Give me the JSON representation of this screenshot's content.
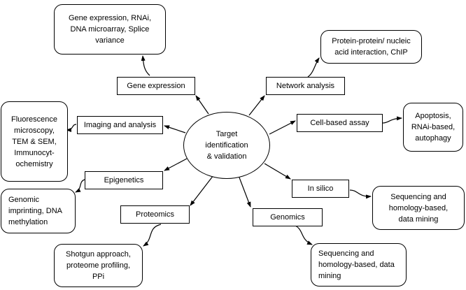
{
  "diagram": {
    "center": {
      "label": "Target\nidentification\n& validation"
    },
    "categories": {
      "gene_expression": "Gene expression",
      "network_analysis": "Network analysis",
      "imaging": "Imaging and analysis",
      "cell_based": "Cell-based assay",
      "epigenetics": "Epigenetics",
      "in_silico": "In silico",
      "proteomics": "Proteomics",
      "genomics": "Genomics"
    },
    "details": {
      "gene_expression": "Gene expression, RNAi,\nDNA microarray, Splice\nvariance",
      "network_analysis": "Protein-protein/ nucleic\nacid interaction, ChIP",
      "imaging": "Fluorescence\nmicroscopy,\nTEM & SEM,\nImmunocyt-\nochemistry",
      "cell_based": "Apoptosis,\nRNAi-based,\nautophagy",
      "epigenetics": "Genomic\nimprinting, DNA\nmethylation",
      "in_silico": "Sequencing and\nhomology-based,\ndata mining",
      "proteomics": "Shotgun approach,\nproteome profiling,\nPPi",
      "genomics": "Sequencing and\nhomology-based, data\nmining"
    },
    "edges": [
      {
        "from": "center",
        "to": "gene_expression"
      },
      {
        "from": "center",
        "to": "network_analysis"
      },
      {
        "from": "center",
        "to": "imaging"
      },
      {
        "from": "center",
        "to": "cell_based"
      },
      {
        "from": "center",
        "to": "epigenetics"
      },
      {
        "from": "center",
        "to": "in_silico"
      },
      {
        "from": "center",
        "to": "proteomics"
      },
      {
        "from": "center",
        "to": "genomics"
      },
      {
        "from": "gene_expression",
        "to": "gene_expression_detail"
      },
      {
        "from": "network_analysis",
        "to": "network_analysis_detail"
      },
      {
        "from": "imaging",
        "to": "imaging_detail"
      },
      {
        "from": "cell_based",
        "to": "cell_based_detail"
      },
      {
        "from": "epigenetics",
        "to": "epigenetics_detail"
      },
      {
        "from": "in_silico",
        "to": "in_silico_detail"
      },
      {
        "from": "proteomics",
        "to": "proteomics_detail"
      },
      {
        "from": "genomics",
        "to": "genomics_detail"
      }
    ]
  }
}
